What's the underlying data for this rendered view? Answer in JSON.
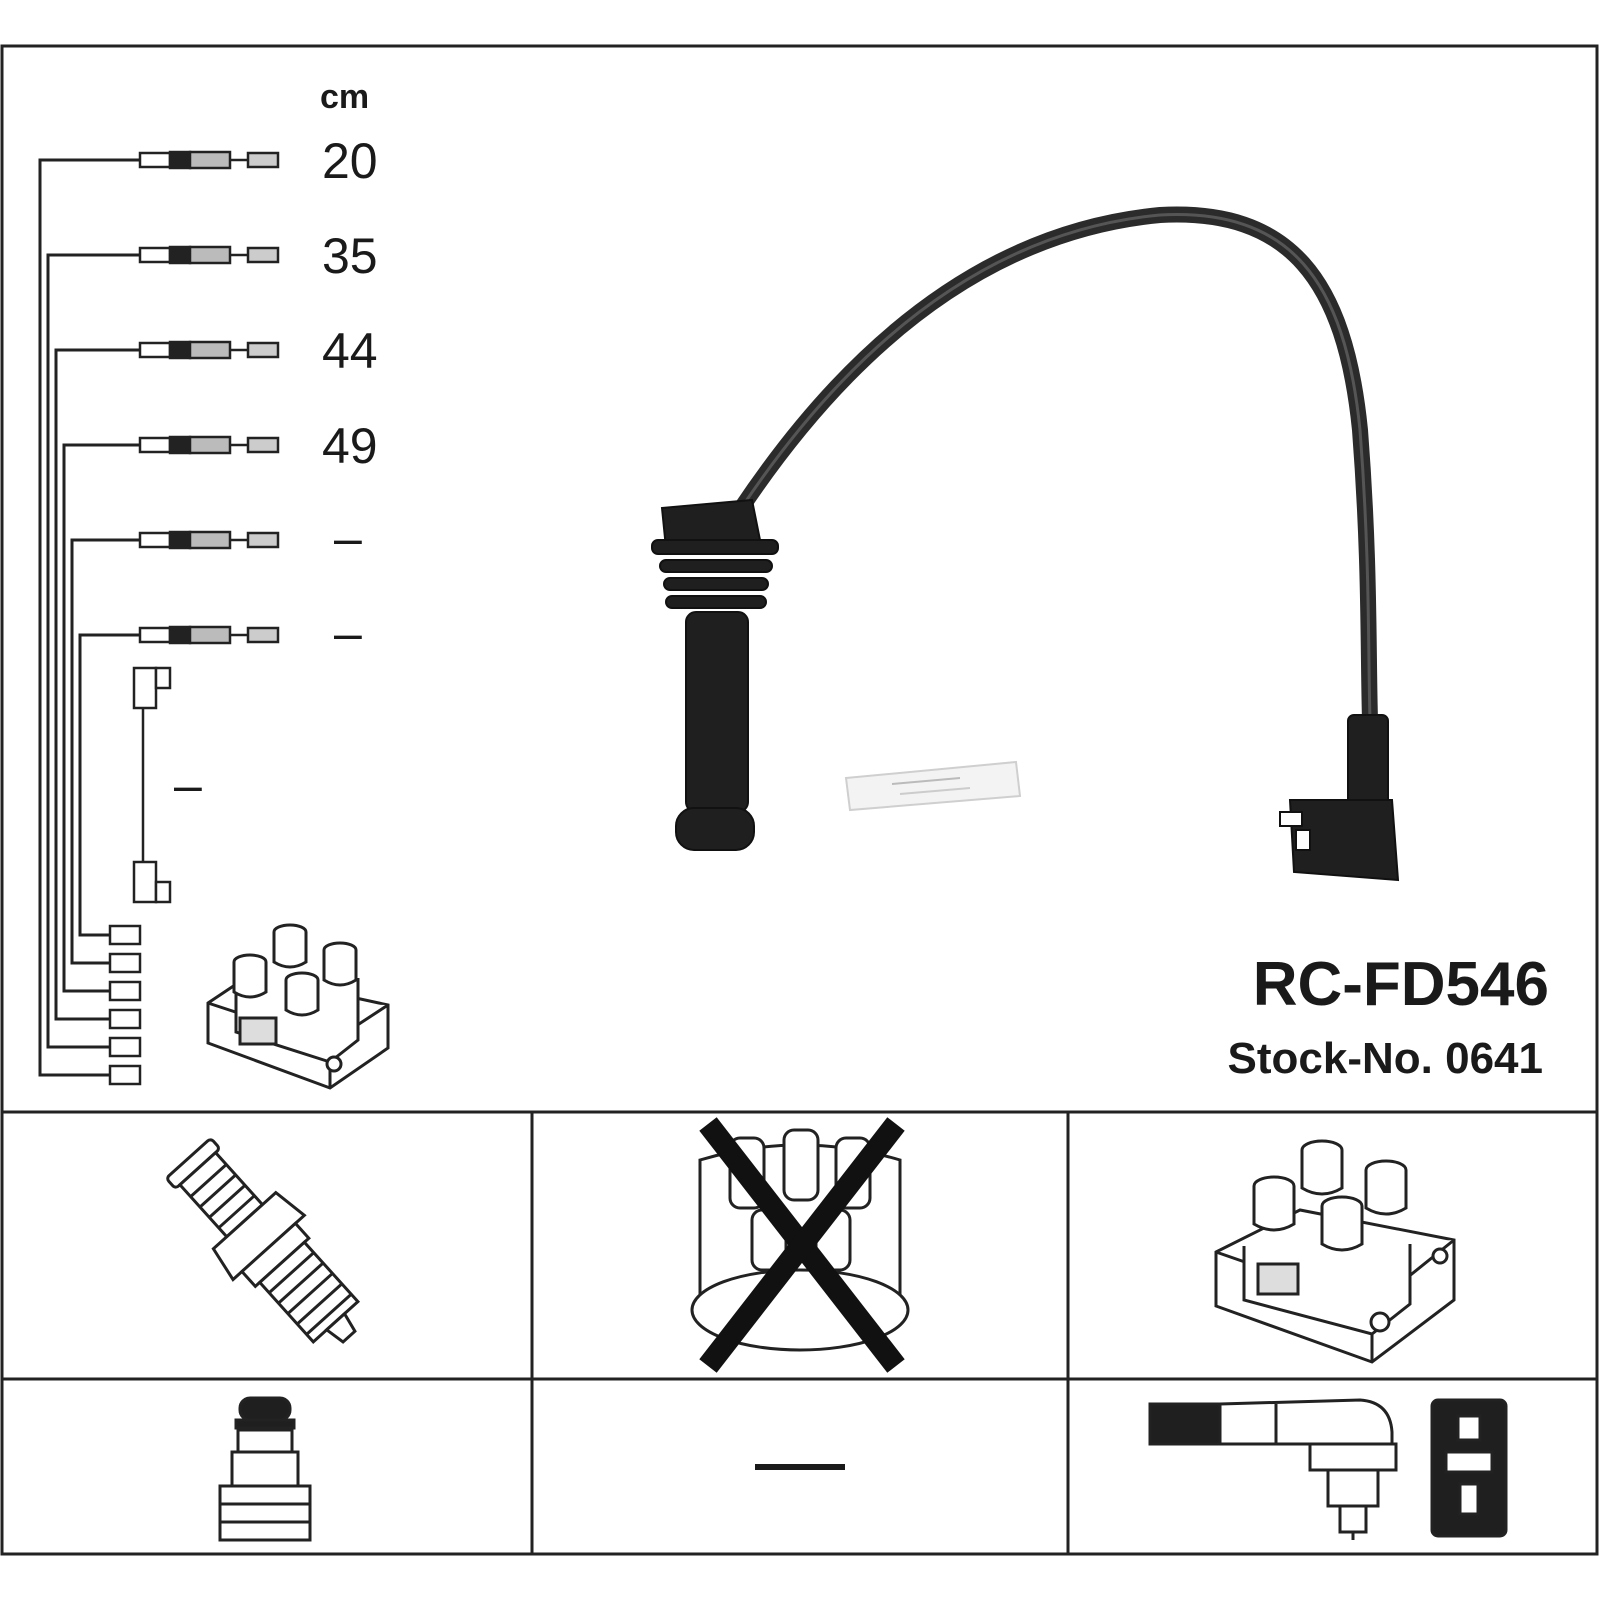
{
  "product": {
    "model": "RC-FD546",
    "stock_no": "Stock-No. 0641"
  },
  "lengths": {
    "unit": "cm",
    "values": [
      "20",
      "35",
      "44",
      "49",
      "–",
      "–"
    ],
    "center_lead": "–"
  },
  "cells": {
    "bottom_center_dash": "—"
  },
  "icons": {
    "spark_plug": "spark-plug-icon",
    "distributor_cap": "distributor-cap-crossed-icon",
    "ignition_coil": "ignition-coil-icon",
    "straight_boot": "straight-boot-icon",
    "angled_connector": "angled-coil-connector-icon"
  }
}
